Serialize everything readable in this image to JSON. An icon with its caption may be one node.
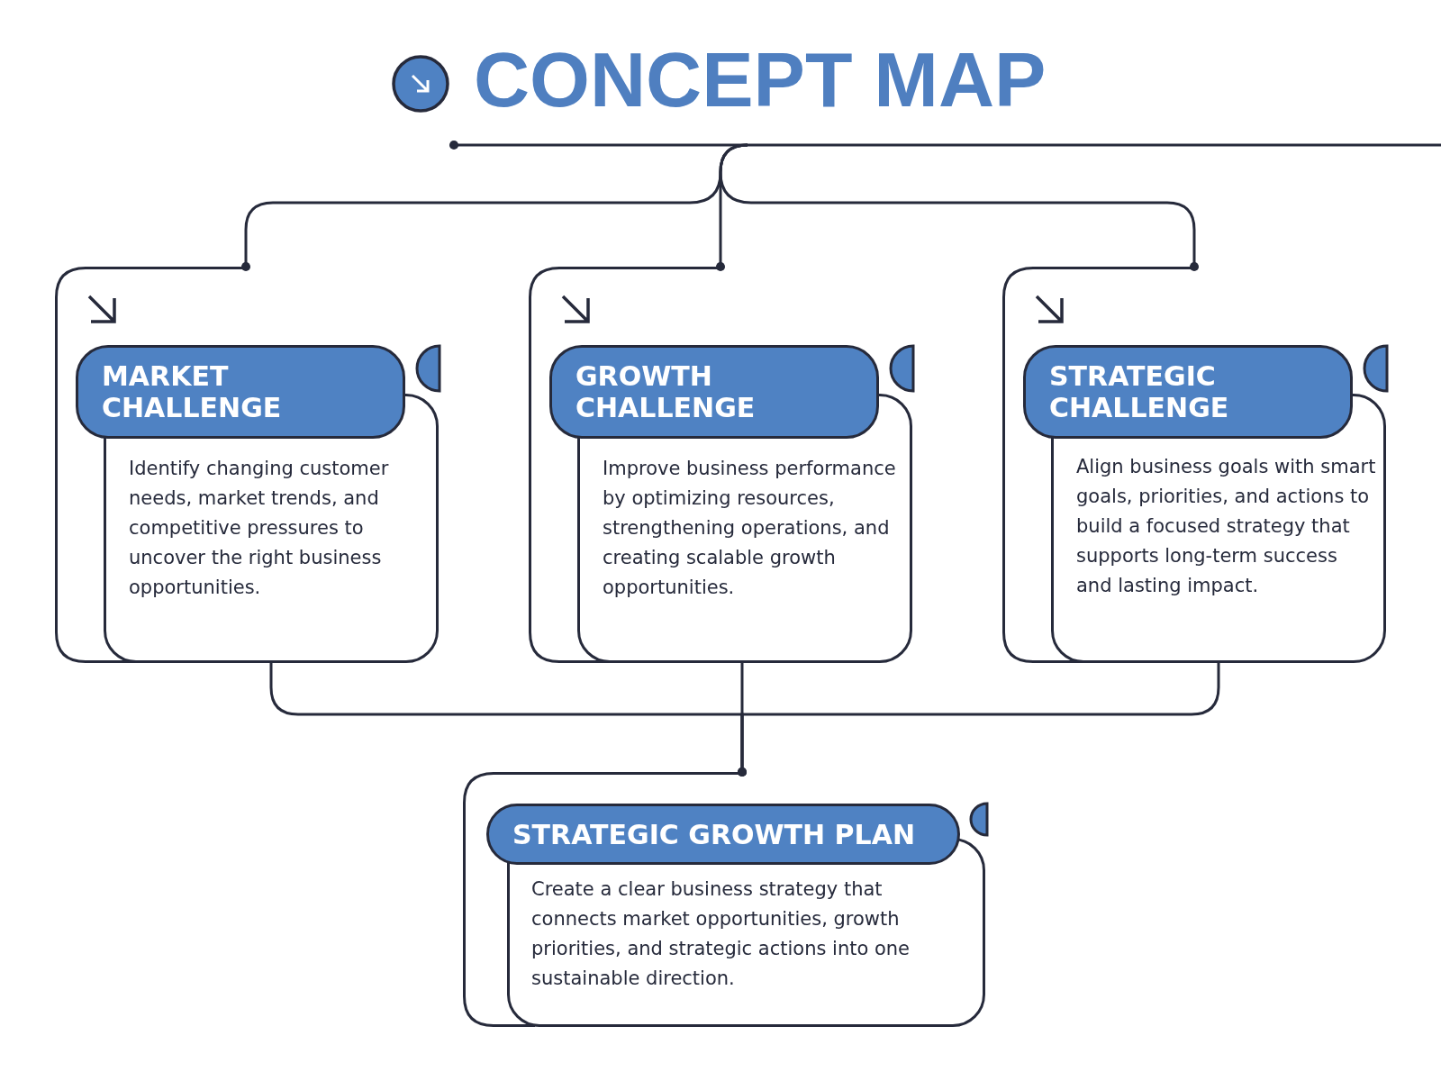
{
  "diagram": {
    "title": "CONCEPT MAP",
    "nodes": [
      {
        "text": [
          "MARKET CHALLENGE",
          "Identify changing customer needs, market trends, and competitive pressures to uncover the right business opportunities."
        ]
      },
      {
        "text": [
          "GROWTH CHALLENGE",
          "Improve business performance by optimizing resources, strengthening operations, and creating scalable growth opportunities."
        ]
      },
      {
        "text": [
          "STRATEGIC CHALLENGE",
          "Align business goals with smart goals, priorities, and actions to build a focused strategy that supports long-term success and lasting impact."
        ]
      },
      {
        "text": [
          "STRATEGIC GROWTH PLAN",
          "Create a clear business strategy that connects market opportunities, growth priorities, and strategic actions into one sustainable direction."
        ]
      }
    ],
    "edges": [
      {
        "from": null,
        "to": 0,
        "arrow": "other"
      },
      {
        "from": null,
        "to": 1,
        "arrow": "other"
      },
      {
        "from": null,
        "to": 2,
        "arrow": "other"
      },
      {
        "from": 0,
        "to": 3,
        "arrow": "other"
      },
      {
        "from": 1,
        "to": 3,
        "arrow": "other"
      },
      {
        "from": 2,
        "to": 3,
        "arrow": "other"
      }
    ]
  }
}
